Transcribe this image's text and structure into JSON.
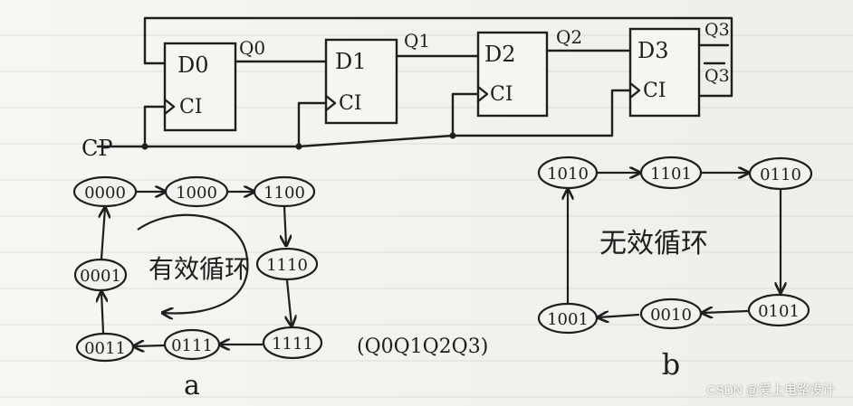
{
  "circuit": {
    "flipflops": [
      {
        "label": "D0"
      },
      {
        "label": "D1"
      },
      {
        "label": "D2"
      },
      {
        "label": "D3"
      }
    ],
    "clock_input_label": "CI",
    "outputs": [
      "Q0",
      "Q1",
      "Q2"
    ],
    "q3": "Q3",
    "q3_bar": "Q3",
    "clock_label": "CP"
  },
  "diagram_a": {
    "states_top": [
      "0000",
      "1000",
      "1100"
    ],
    "states_mid": [
      "0001",
      "1110"
    ],
    "states_bottom": [
      "0011",
      "0111",
      "1111"
    ],
    "loop_label": "有效循环",
    "order_label": "(Q0Q1Q2Q3)",
    "caption": "a"
  },
  "diagram_b": {
    "states_top": [
      "1010",
      "1101",
      "0110"
    ],
    "states_bottom": [
      "1001",
      "0010",
      "0101"
    ],
    "loop_label": "无效循环",
    "caption": "b"
  },
  "watermark": "CSDN @爱上电路设计"
}
